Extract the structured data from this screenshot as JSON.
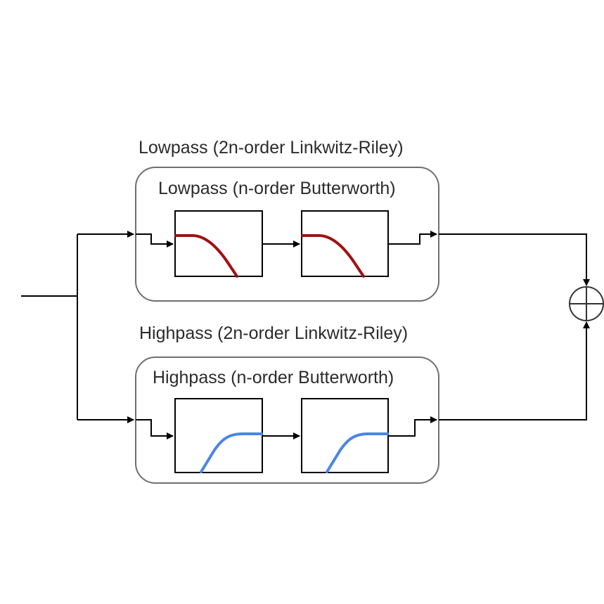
{
  "lowpass": {
    "outer_label": "Lowpass (2n-order Linkwitz-Riley)",
    "inner_label": "Lowpass (n-order Butterworth)",
    "curve_color": "#a01010"
  },
  "highpass": {
    "outer_label": "Highpass (2n-order Linkwitz-Riley)",
    "inner_label": "Highpass (n-order Butterworth)",
    "curve_color": "#4a86e8"
  },
  "summer": {
    "symbol": "sum-circle-plus"
  }
}
